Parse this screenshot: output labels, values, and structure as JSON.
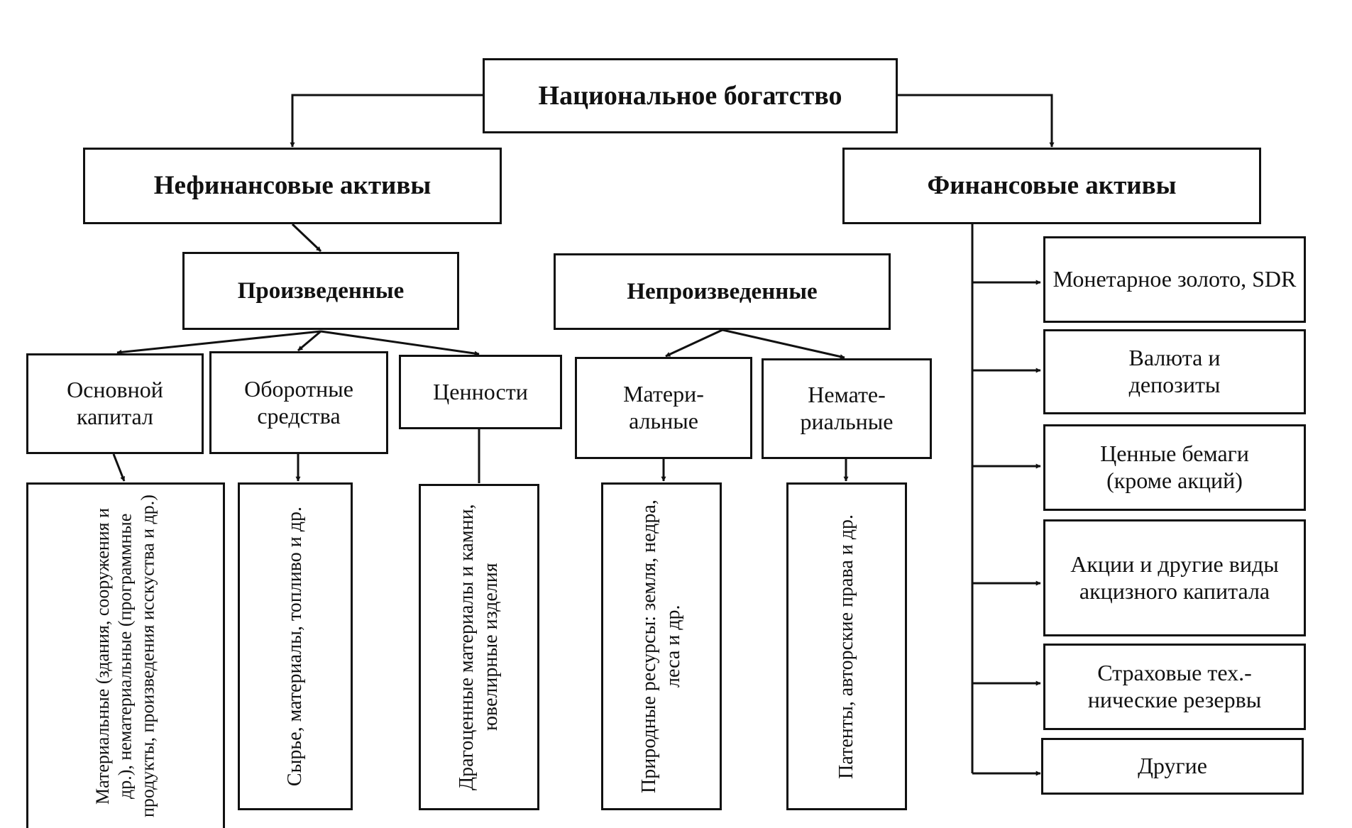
{
  "diagram": {
    "root": "Национальное богатство",
    "nonfinancial": "Нефинансовые активы",
    "financial": "Финансовые активы",
    "produced": "Произведенные",
    "nonproduced": "Непроизведенные",
    "fixed_capital": "Основной капитал",
    "working_capital": "Оборотные средства",
    "valuables": "Ценности",
    "tangible": "Матери-альные",
    "intangible": "Немате-риальные",
    "fixed_capital_detail": "Материальные (здания, сооружения и др.), нематериальные (программные продукты, произведения исскуства и др.)",
    "working_capital_detail": "Сырье, материалы, топливо и др.",
    "valuables_detail": "Драгоценные материалы и камни, ювелирные изделия",
    "tangible_detail": "Природные ресурсы: земля, недра, леса и др.",
    "intangible_detail": "Патенты, авторские права и др.",
    "fin_items": [
      "Монетарное золото, SDR",
      "Валюта и депозиты",
      "Ценные бемаги (кроме акций)",
      "Акции и другие виды акцизного капитала",
      "Страховые тех.-нические резервы",
      "Другие"
    ]
  }
}
